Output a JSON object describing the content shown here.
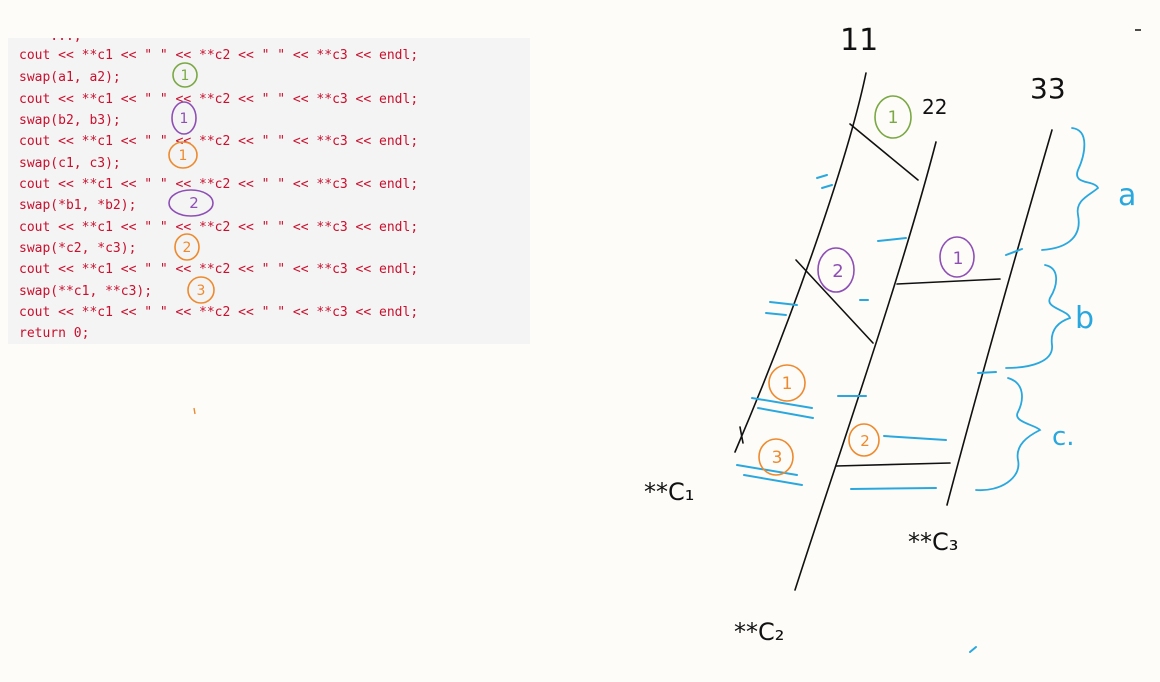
{
  "code": {
    "partial_top": "    ...;",
    "lines": [
      "cout << **c1 << \" \" << **c2 << \" \" << **c3 << endl;",
      "swap(a1, a2);",
      "cout << **c1 << \" \" << **c2 << \" \" << **c3 << endl;",
      "swap(b2, b3);",
      "cout << **c1 << \" \" << **c2 << \" \" << **c3 << endl;",
      "swap(c1, c3);",
      "cout << **c1 << \" \" << **c2 << \" \" << **c3 << endl;",
      "swap(*b1, *b2);",
      "cout << **c1 << \" \" << **c2 << \" \" << **c3 << endl;",
      "swap(*c2, *c3);",
      "cout << **c1 << \" \" << **c2 << \" \" << **c3 << endl;",
      "swap(**c1, **c3);",
      "cout << **c1 << \" \" << **c2 << \" \" << **c3 << endl;",
      "return 0;"
    ]
  },
  "annotations": {
    "swap_a": "1",
    "swap_b_level1": "1",
    "swap_c_level1": "1",
    "swap_b_level2": "2",
    "swap_c_level2": "2",
    "swap_level3": "3"
  },
  "sketch": {
    "value_11": "11",
    "value_22": "22",
    "value_33": "33",
    "label_a": "a",
    "label_b": "b",
    "label_c": "c.",
    "label_c1": "**C₁",
    "label_c2": "**C₂",
    "label_c3": "**C₃"
  },
  "colors": {
    "code_text": "#c8102e",
    "green": "#7aa843",
    "purple": "#8e4fb5",
    "orange": "#ee8a2e",
    "blue": "#29a8df",
    "ink": "#111111"
  }
}
